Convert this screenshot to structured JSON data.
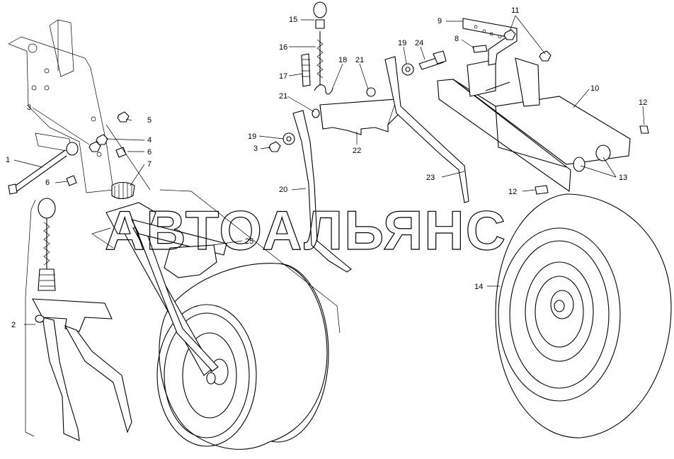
{
  "watermark": "АВТОАЛЬЯНС",
  "callouts": {
    "c1": "1",
    "c2": "2",
    "c3a": "3",
    "c3b": "3",
    "c4": "4",
    "c5": "5",
    "c6a": "6",
    "c6b": "6",
    "c7": "7",
    "c8": "8",
    "c9": "9",
    "c10": "10",
    "c11": "11",
    "c12a": "12",
    "c12b": "12",
    "c13": "13",
    "c14": "14",
    "c15": "15",
    "c16": "16",
    "c17": "17",
    "c18": "18",
    "c19a": "19",
    "c19b": "19",
    "c20": "20",
    "c21a": "21",
    "c21b": "21",
    "c22": "22",
    "c23": "23",
    "c24": "24",
    "c25": "25"
  }
}
